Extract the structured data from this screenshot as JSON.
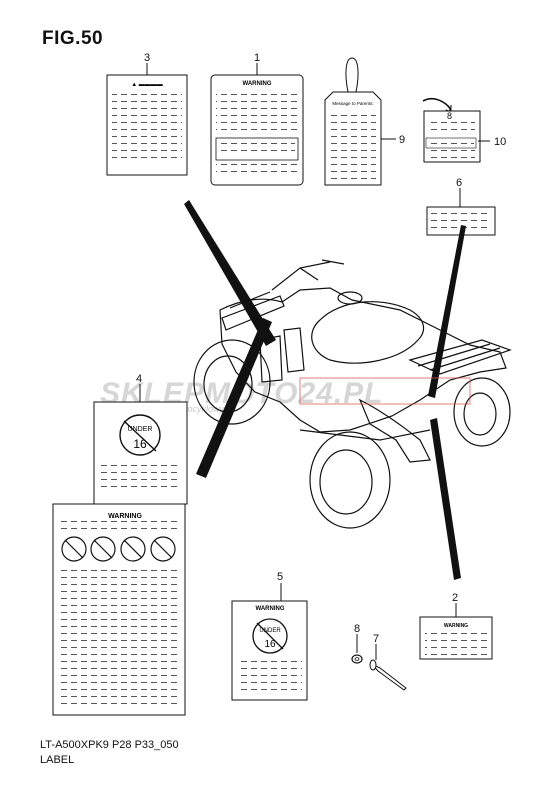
{
  "figure": {
    "title": "FIG.50"
  },
  "footer": {
    "model_code": "LT-A500XPK9 P28 P33_050",
    "section_name": "LABEL"
  },
  "watermark": {
    "brand": "SKLEPMOTO24.PL",
    "url": "www.sklepmotocyklowy"
  },
  "callouts": [
    {
      "id": "c3",
      "number": "3"
    },
    {
      "id": "c1",
      "number": "1"
    },
    {
      "id": "c9",
      "number": "9"
    },
    {
      "id": "c8top",
      "number": "8"
    },
    {
      "id": "c10",
      "number": "10"
    },
    {
      "id": "c6",
      "number": "6"
    },
    {
      "id": "c4",
      "number": "4"
    },
    {
      "id": "c5",
      "number": "5"
    },
    {
      "id": "c2",
      "number": "2"
    },
    {
      "id": "c8",
      "number": "8"
    },
    {
      "id": "c7",
      "number": "7"
    }
  ],
  "labels": {
    "warning_text": "WARNING",
    "parents_tag_text": "Message to Parents:",
    "under_16_top": "UNDER",
    "under_16_number": "16"
  },
  "colors": {
    "ink": "#111111",
    "watermark_red": "#d9534f",
    "watermark_gray": "#b5b5b5"
  }
}
